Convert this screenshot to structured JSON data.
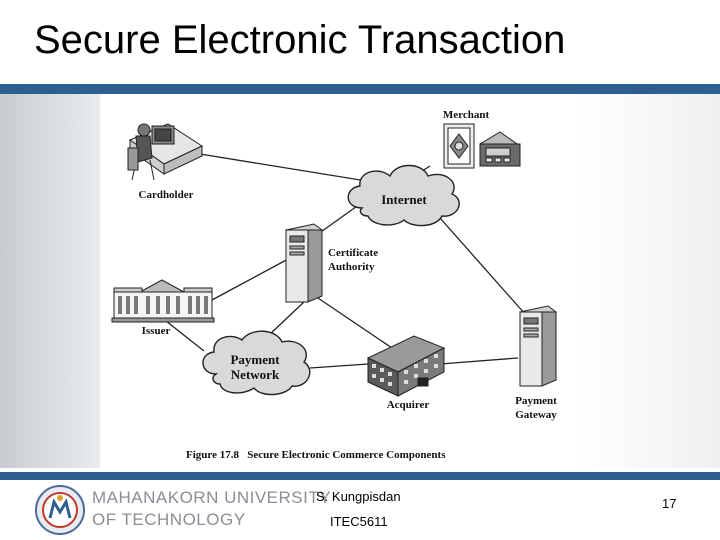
{
  "slide": {
    "title": "Secure Electronic Transaction"
  },
  "figure": {
    "caption": "Figure 17.8   Secure Electronic Commerce Components",
    "nodes": {
      "cardholder": "Cardholder",
      "merchant": "Merchant",
      "internet": "Internet",
      "ca_line1": "Certificate",
      "ca_line2": "Authority",
      "issuer": "Issuer",
      "payment_network_line1": "Payment",
      "payment_network_line2": "Network",
      "acquirer": "Acquirer",
      "gateway_line1": "Payment",
      "gateway_line2": "Gateway"
    }
  },
  "footer": {
    "university_line1": "MAHANAKORN UNIVERSITY",
    "university_line2": "OF TECHNOLOGY",
    "author": "S. Kungpisdan",
    "course": "ITEC5611",
    "page_number": "17"
  },
  "colors": {
    "band": "#2e5f8e",
    "university_text": "#8a8f96"
  }
}
